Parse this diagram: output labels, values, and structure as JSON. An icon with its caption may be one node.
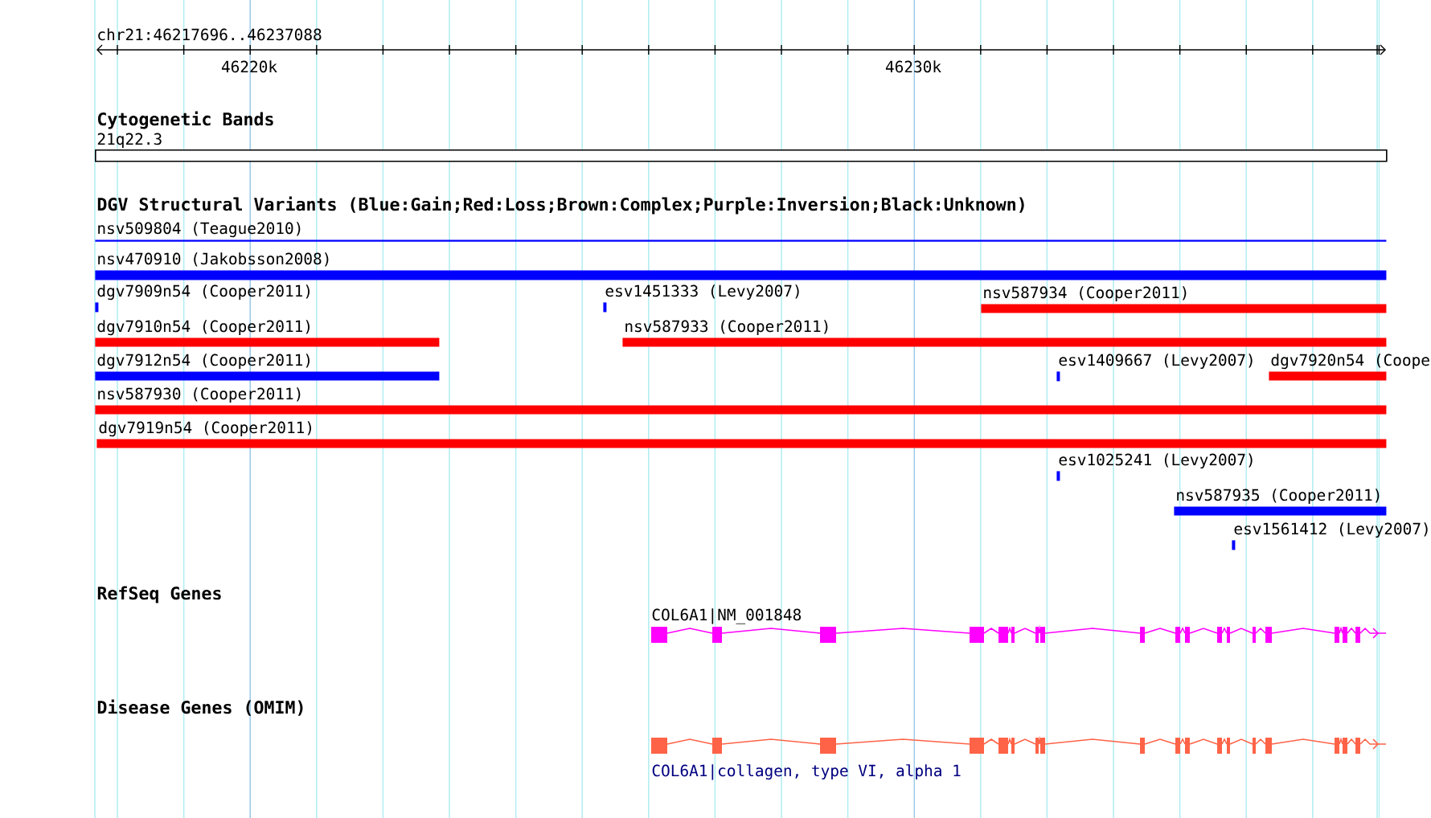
{
  "diagram": {
    "nodes": [
      {
        "text": [
          "21q22.3"
        ]
      },
      {
        "text": [
          "nsv509804 (Teague2010)"
        ]
      },
      {
        "text": [
          "nsv470910 (Jakobsson2008)"
        ]
      },
      {
        "text": [
          "dgv7909n54 (Cooper2011)"
        ]
      },
      {
        "text": [
          "esv1451333 (Levy2007)"
        ]
      },
      {
        "text": [
          "nsv587934 (Cooper2011)"
        ]
      },
      {
        "text": [
          "dgv7910n54 (Cooper2011)"
        ]
      },
      {
        "text": [
          "nsv587933 (Cooper2011)"
        ]
      },
      {
        "text": [
          "dgv7912n54 (Cooper2011)"
        ]
      },
      {
        "text": [
          "esv1409667 (Levy2007)"
        ]
      },
      {
        "text": [
          "dgv7920n54 (Coope"
        ]
      },
      {
        "text": [
          "nsv587930 (Cooper2011)"
        ]
      },
      {
        "text": [
          "dgv7919n54 (Cooper2011)"
        ]
      },
      {
        "text": [
          "esv1025241 (Levy2007)"
        ]
      },
      {
        "text": [
          "nsv587935 (Cooper2011)"
        ]
      },
      {
        "text": [
          "esv1561412 (Levy2007)"
        ]
      },
      {
        "text": [
          "COL6A1|NM_001848"
        ]
      },
      {
        "text": [
          "COL6A1|collagen, type VI, alpha 1"
        ]
      }
    ],
    "labels": [
      "chr21:46217696..46237088",
      "46220k",
      "46230k",
      "Cytogenetic Bands",
      "DGV Structural Variants (Blue:Gain;Red:Loss;Brown:Complex;Purple:Inversion;Black:Unknown)",
      "RefSeq Genes",
      "Disease Genes (OMIM)"
    ]
  }
}
